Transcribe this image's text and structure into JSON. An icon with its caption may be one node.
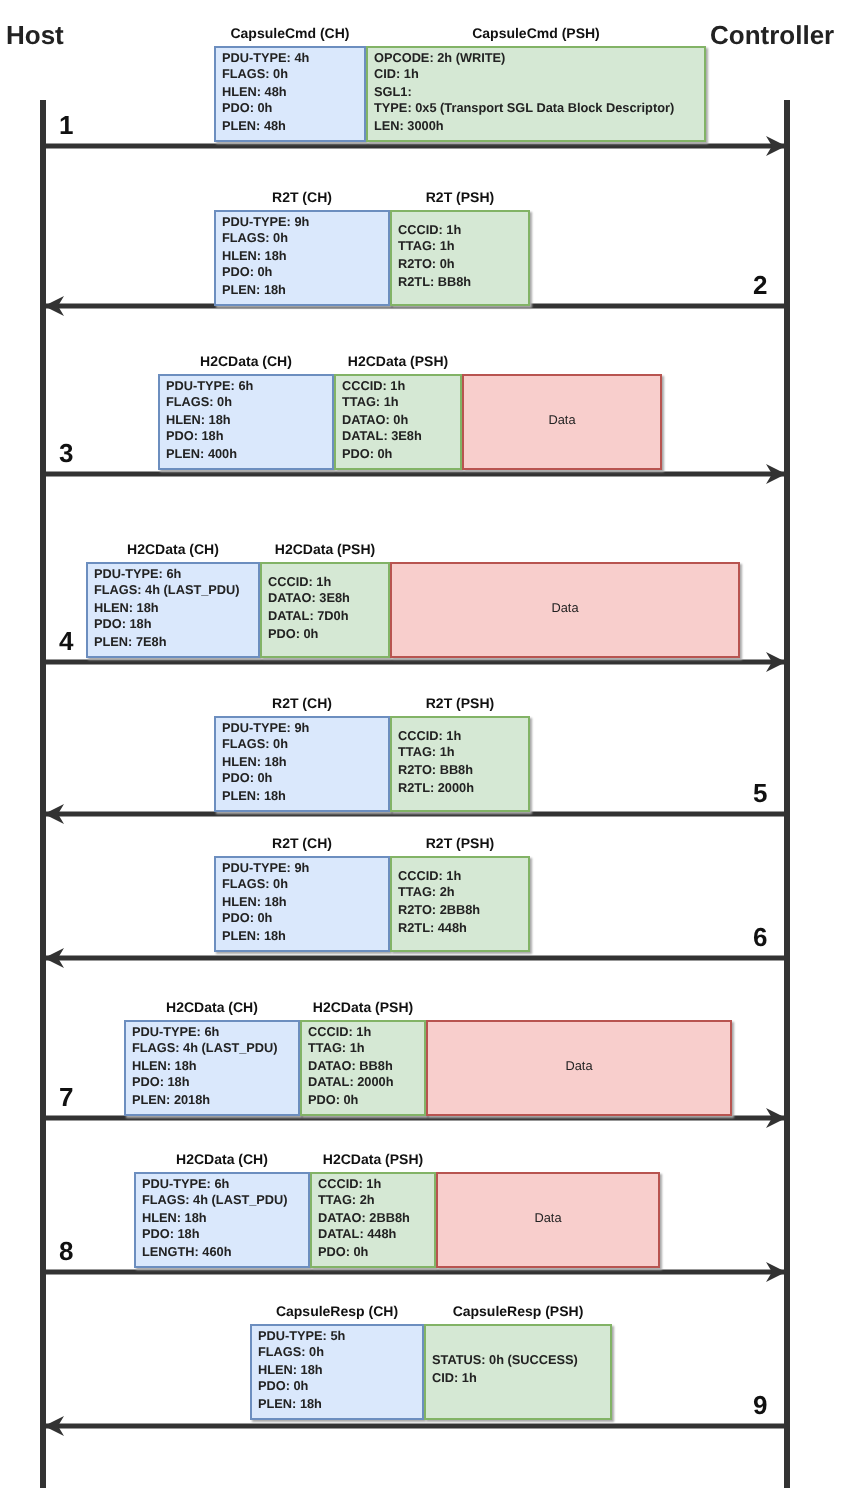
{
  "diagram": {
    "nodes": [
      {
        "text": [
          "Host"
        ]
      },
      {
        "text": [
          "Controller"
        ]
      },
      {
        "text": [
          "CapsuleCmd (CH)",
          "PDU-TYPE: 4h",
          "FLAGS: 0h",
          "HLEN: 48h",
          "PDO: 0h",
          "PLEN: 48h"
        ]
      },
      {
        "text": [
          "CapsuleCmd (PSH)",
          "OPCODE: 2h (WRITE)",
          "CID: 1h",
          "SGL1:",
          "TYPE: 0x5 (Transport SGL Data Block Descriptor)",
          "LEN: 3000h"
        ]
      },
      {
        "text": [
          "R2T (CH)",
          "PDU-TYPE: 9h",
          "FLAGS: 0h",
          "HLEN: 18h",
          "PDO: 0h",
          "PLEN: 18h"
        ]
      },
      {
        "text": [
          "R2T (PSH)",
          "CCCID: 1h",
          "TTAG: 1h",
          "R2TO: 0h",
          "R2TL: BB8h"
        ]
      },
      {
        "text": [
          "H2CData (CH)",
          "PDU-TYPE: 6h",
          "FLAGS: 0h",
          "HLEN: 18h",
          "PDO: 18h",
          "PLEN: 400h"
        ]
      },
      {
        "text": [
          "H2CData (PSH)",
          "CCCID: 1h",
          "TTAG: 1h",
          "DATAO: 0h",
          "DATAL: 3E8h",
          "PDO: 0h"
        ]
      },
      {
        "text": [
          "Data"
        ]
      },
      {
        "text": [
          "H2CData (CH)",
          "PDU-TYPE: 6h",
          "FLAGS: 4h (LAST_PDU)",
          "HLEN: 18h",
          "PDO: 18h",
          "PLEN: 7E8h"
        ]
      },
      {
        "text": [
          "H2CData (PSH)",
          "CCCID: 1h",
          "DATAO: 3E8h",
          "DATAL: 7D0h",
          "PDO: 0h"
        ]
      },
      {
        "text": [
          "Data"
        ]
      },
      {
        "text": [
          "R2T (CH)",
          "PDU-TYPE: 9h",
          "FLAGS: 0h",
          "HLEN: 18h",
          "PDO: 0h",
          "PLEN: 18h"
        ]
      },
      {
        "text": [
          "R2T (PSH)",
          "CCCID: 1h",
          "TTAG: 1h",
          "R2TO: BB8h",
          "R2TL: 2000h"
        ]
      },
      {
        "text": [
          "R2T (CH)",
          "PDU-TYPE: 9h",
          "FLAGS: 0h",
          "HLEN: 18h",
          "PDO: 0h",
          "PLEN: 18h"
        ]
      },
      {
        "text": [
          "R2T (PSH)",
          "CCCID: 1h",
          "TTAG: 2h",
          "R2TO: 2BB8h",
          "R2TL: 448h"
        ]
      },
      {
        "text": [
          "H2CData (CH)",
          "PDU-TYPE: 6h",
          "FLAGS: 4h (LAST_PDU)",
          "HLEN: 18h",
          "PDO: 18h",
          "PLEN: 2018h"
        ]
      },
      {
        "text": [
          "H2CData (PSH)",
          "CCCID: 1h",
          "TTAG: 1h",
          "DATAO: BB8h",
          "DATAL: 2000h",
          "PDO: 0h"
        ]
      },
      {
        "text": [
          "Data"
        ]
      },
      {
        "text": [
          "H2CData (CH)",
          "PDU-TYPE: 6h",
          "FLAGS: 4h (LAST_PDU)",
          "HLEN: 18h",
          "PDO: 18h",
          "LENGTH: 460h"
        ]
      },
      {
        "text": [
          "H2CData (PSH)",
          "CCCID: 1h",
          "TTAG: 2h",
          "DATAO: 2BB8h",
          "DATAL: 448h",
          "PDO: 0h"
        ]
      },
      {
        "text": [
          "Data"
        ]
      },
      {
        "text": [
          "CapsuleResp (CH)",
          "PDU-TYPE: 5h",
          "FLAGS: 0h",
          "HLEN: 18h",
          "PDO: 0h",
          "PLEN: 18h"
        ]
      },
      {
        "text": [
          "CapsuleResp (PSH)",
          "STATUS: 0h (SUCCESS)",
          "CID: 1h"
        ]
      }
    ],
    "edges": [
      {
        "from": 0,
        "to": 1,
        "arrow": "to",
        "label": "1"
      },
      {
        "from": 1,
        "to": 0,
        "arrow": "to",
        "label": "2"
      },
      {
        "from": 0,
        "to": 1,
        "arrow": "to",
        "label": "3"
      },
      {
        "from": 0,
        "to": 1,
        "arrow": "to",
        "label": "4"
      },
      {
        "from": 1,
        "to": 0,
        "arrow": "to",
        "label": "5"
      },
      {
        "from": 1,
        "to": 0,
        "arrow": "to",
        "label": "6"
      },
      {
        "from": 0,
        "to": 1,
        "arrow": "to",
        "label": "7"
      },
      {
        "from": 0,
        "to": 1,
        "arrow": "to",
        "label": "8"
      },
      {
        "from": 1,
        "to": 0,
        "arrow": "to",
        "label": "9"
      }
    ]
  }
}
